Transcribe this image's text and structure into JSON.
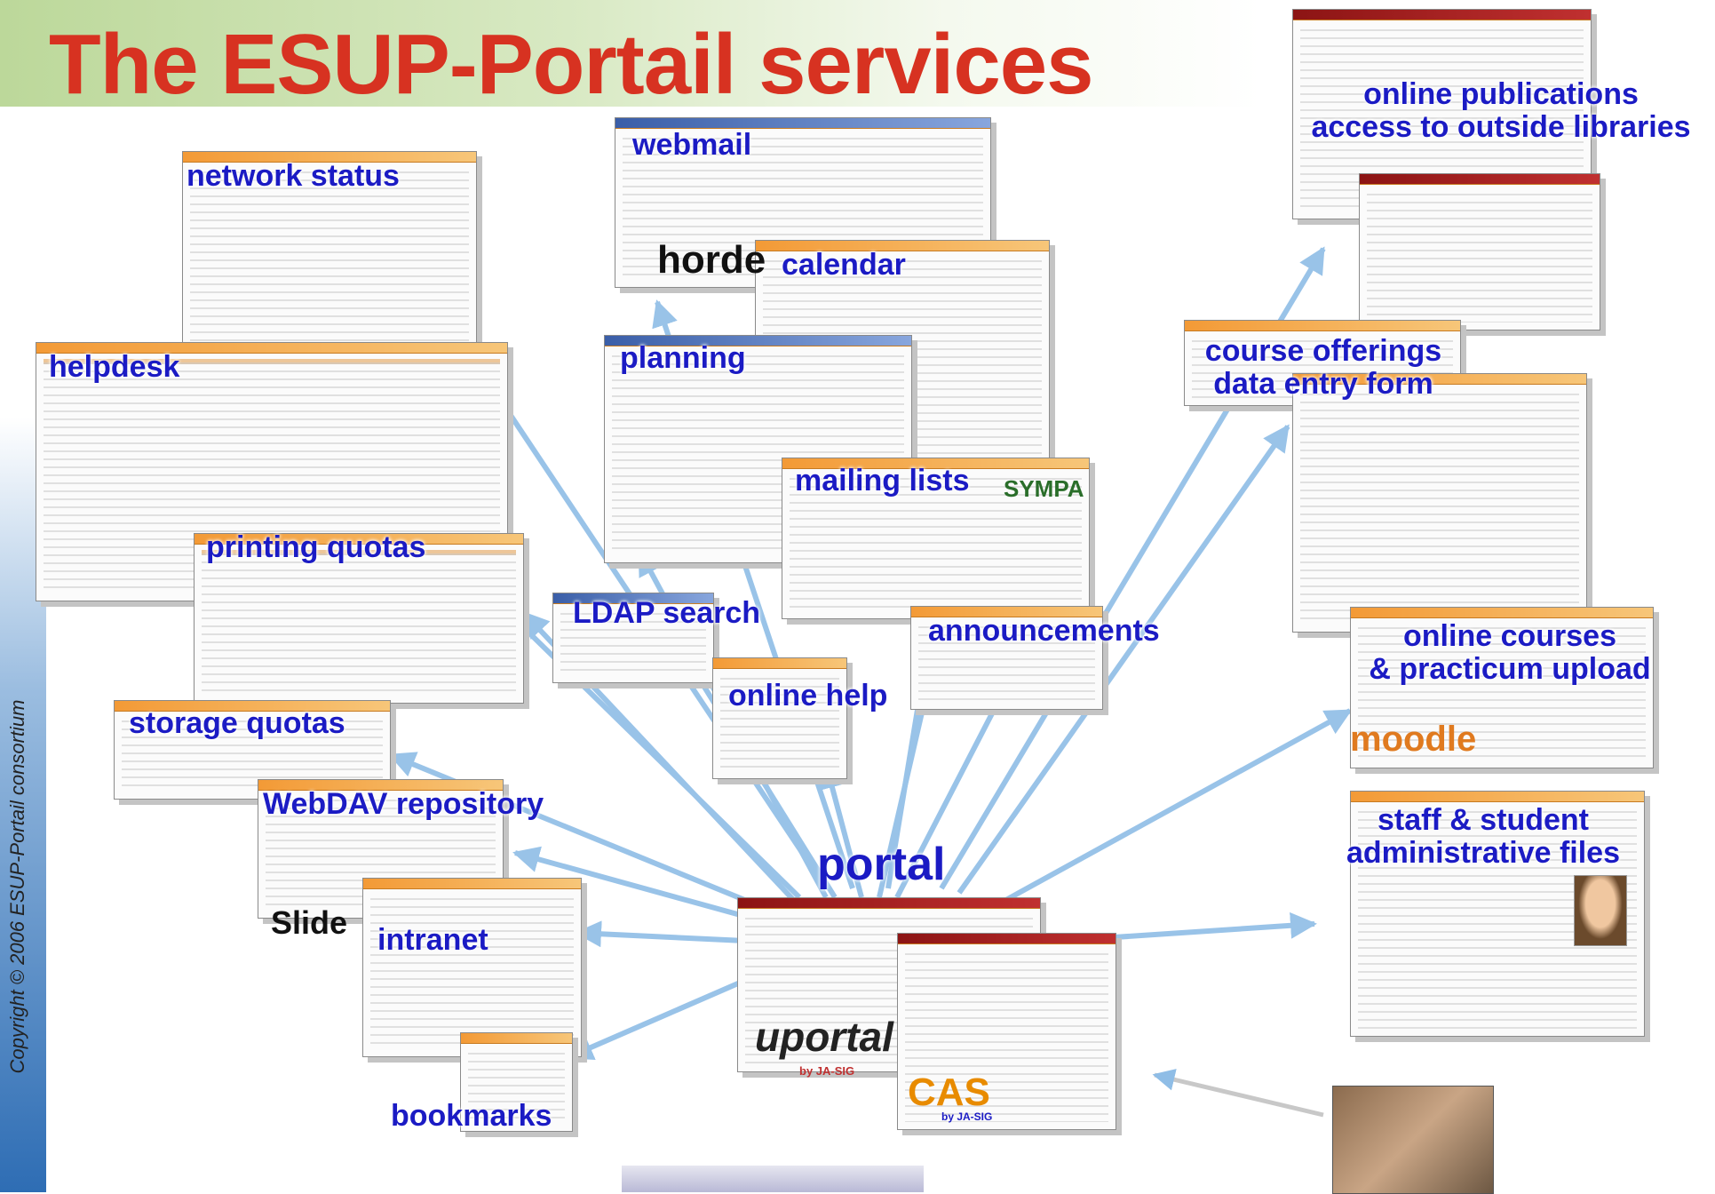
{
  "title": "The ESUP-Portail services",
  "copyright": "Copyright © 2006 ESUP-Portail consortium",
  "hub_label": "portal",
  "services": [
    {
      "id": "network-status",
      "label": "network status"
    },
    {
      "id": "webmail",
      "label": "webmail"
    },
    {
      "id": "calendar",
      "label": "calendar"
    },
    {
      "id": "helpdesk",
      "label": "helpdesk"
    },
    {
      "id": "planning",
      "label": "planning"
    },
    {
      "id": "mailing-lists",
      "label": "mailing lists"
    },
    {
      "id": "printing-quotas",
      "label": "printing quotas"
    },
    {
      "id": "ldap-search",
      "label": "LDAP search"
    },
    {
      "id": "announcements",
      "label": "announcements"
    },
    {
      "id": "online-help",
      "label": "online help"
    },
    {
      "id": "storage-quotas",
      "label": "storage quotas"
    },
    {
      "id": "webdav-repository",
      "label": "WebDAV repository"
    },
    {
      "id": "intranet",
      "label": "intranet"
    },
    {
      "id": "bookmarks",
      "label": "bookmarks"
    },
    {
      "id": "online-publications",
      "label": "online publications",
      "label2": "access to outside libraries"
    },
    {
      "id": "course-offerings",
      "label": "course offerings",
      "label2": "data entry form"
    },
    {
      "id": "online-courses",
      "label": "online courses",
      "label2": "& practicum upload"
    },
    {
      "id": "admin-files",
      "label": "staff & student",
      "label2": "administrative files"
    }
  ],
  "logos": {
    "horde": "horde",
    "sympa": "SYMPA",
    "slide": "Slide",
    "moodle": "moodle",
    "uportal": "uportal",
    "uportal_by": "by JA-SIG",
    "cas": "CAS",
    "cas_by": "by JA-SIG"
  },
  "colors": {
    "title": "#d73221",
    "labels": "#1b1bc4",
    "arrows": "#8fbde6",
    "banner": "#bcd89a"
  }
}
